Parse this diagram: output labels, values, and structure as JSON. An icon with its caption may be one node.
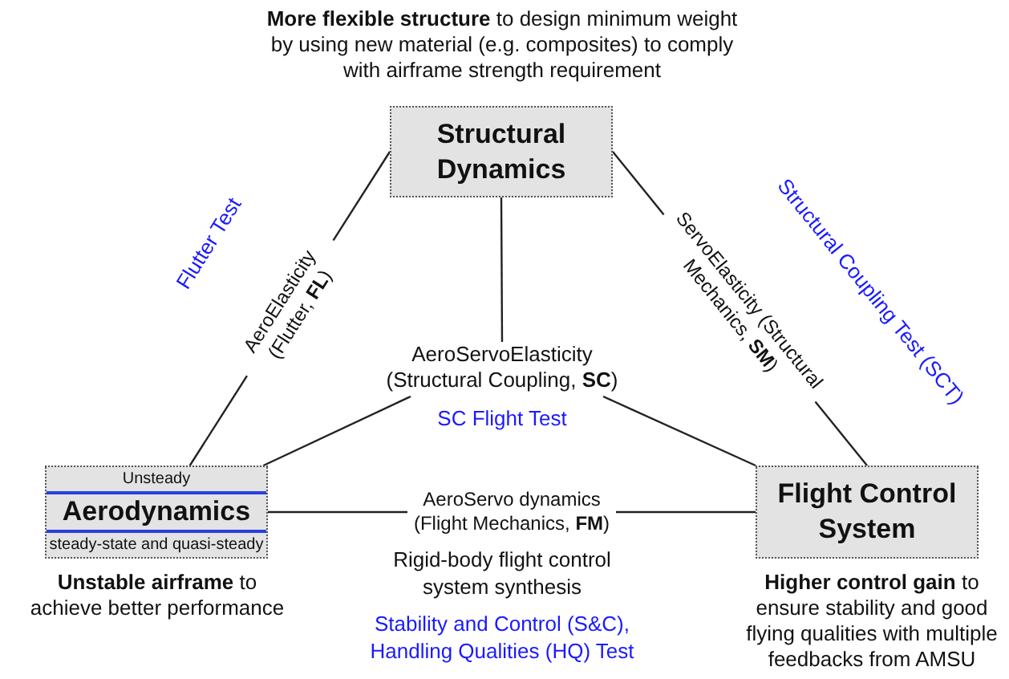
{
  "diagram": {
    "nodes": [
      {
        "text": [
          "Structural Dynamics"
        ],
        "beside": [
          "**More flexible structure** to design minimum weight by using new material (e.g. composites) to comply with airframe strength requirement"
        ]
      },
      {
        "text": [
          "Unsteady",
          "Aerodynamics",
          "steady-state and quasi-steady"
        ],
        "beside": [
          "**Unstable airframe** to achieve better performance"
        ]
      },
      {
        "text": [
          "Flight Control System"
        ],
        "beside": [
          "**Higher control gain** to ensure stability and good flying qualities with multiple feedbacks from AMSU"
        ]
      },
      {
        "text": [
          "AeroServoElasticity (Structural Coupling, **SC**)"
        ],
        "beside": [
          "SC Flight Test"
        ]
      }
    ],
    "edges": [
      {
        "from": 0,
        "to": 1,
        "arrow": "none",
        "label": "AeroElasticity (Flutter, **FL**)"
      },
      {
        "from": 0,
        "to": 2,
        "arrow": "none",
        "label": "ServoElasticity (Structural Mechanics, **SM**)"
      },
      {
        "from": 1,
        "to": 2,
        "arrow": "none",
        "label": "AeroServo dynamics (Flight Mechanics, **FM**)"
      },
      {
        "from": 0,
        "to": 3,
        "arrow": "none"
      },
      {
        "from": 3,
        "to": 1,
        "arrow": "none"
      },
      {
        "from": 3,
        "to": 2,
        "arrow": "none"
      }
    ],
    "labels": [
      "Flutter Test",
      "Structural Coupling Test (SCT)",
      "Rigid-body flight control system synthesis",
      "Stability and Control (S&C), Handling Qualities (HQ) Test"
    ]
  }
}
